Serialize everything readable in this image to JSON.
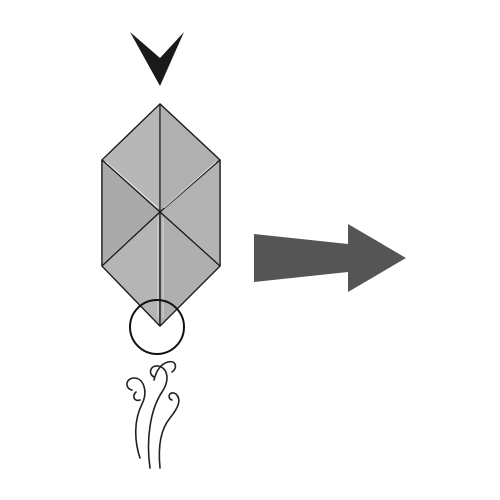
{
  "diagram": {
    "steps": [
      {
        "symbol": "valley-fold",
        "description": ""
      }
    ],
    "arrows": [
      "fold-direction-arrow",
      "next-step-arrow"
    ],
    "markers": [
      "focus-circle",
      "blow-swirl"
    ]
  },
  "colors": {
    "background": "#ffffff",
    "paper_front": "#b2b2b2",
    "paper_flap_light": "#b9b9b9",
    "paper_flap_dark": "#a8a8a8",
    "outline": "#1a1a1a",
    "fold_arrow": "#1a1a1a",
    "next_arrow": "#555555",
    "circle": "#111111",
    "swirl": "#222222"
  }
}
